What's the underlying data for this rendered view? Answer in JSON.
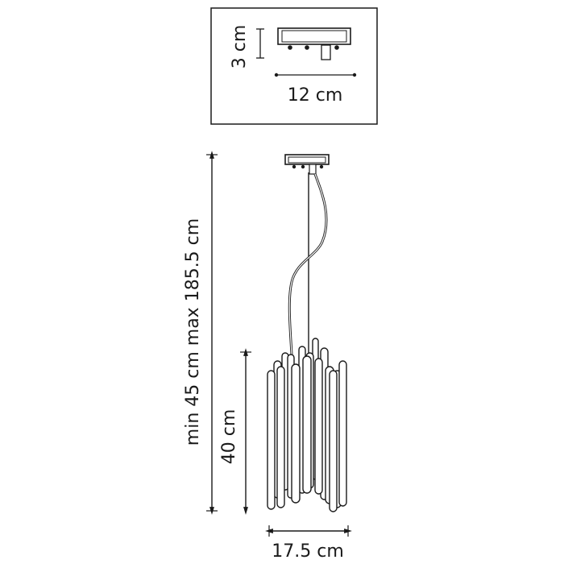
{
  "detail_box": {
    "height_label": "3 cm",
    "width_label": "12 cm"
  },
  "main": {
    "total_height_label": "min 45 cm max 185.5 cm",
    "body_height_label": "40 cm",
    "body_width_label": "17.5 cm"
  },
  "colors": {
    "line": "#1a1a1a",
    "background": "#ffffff"
  }
}
